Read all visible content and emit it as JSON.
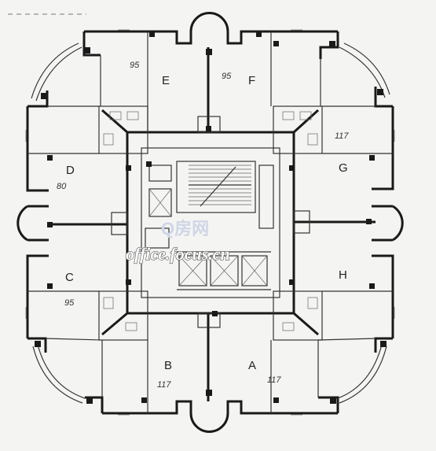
{
  "units": {
    "A": "A",
    "B": "B",
    "C": "C",
    "D": "D",
    "E": "E",
    "F": "F",
    "G": "G",
    "H": "H"
  },
  "notes": {
    "e_note": "95",
    "f_note": "95",
    "g_note": "117",
    "d_note": "80",
    "c_note": "95",
    "b_note": "117",
    "a_note": "117"
  },
  "watermark": {
    "logo_text": "Q房网",
    "site": "office.focus.cn"
  }
}
